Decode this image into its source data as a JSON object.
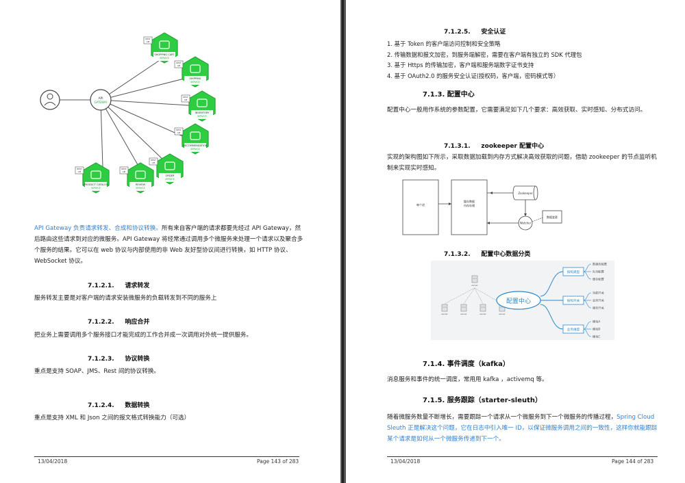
{
  "left": {
    "diagram": {
      "client_icon": "user-icon",
      "gateway_label": "API",
      "gateway_sublabel": "GATEWAY",
      "rest_label": "REST",
      "api_label": "API",
      "services": [
        {
          "name": "SHOPPING CART",
          "sub": "SERVICE",
          "icon": "cart-icon"
        },
        {
          "name": "SHIPPING",
          "sub": "SERVICE",
          "icon": "truck-icon"
        },
        {
          "name": "INVENTORY",
          "sub": "SERVICE",
          "icon": "doc-icon"
        },
        {
          "name": "RECOMMENDATION",
          "sub": "SERVICE",
          "icon": "star-icon"
        },
        {
          "name": "ORDER",
          "sub": "SERVICE",
          "icon": "cart-icon"
        },
        {
          "name": "REVIEW",
          "sub": "SERVICE",
          "icon": "rating-icon"
        },
        {
          "name": "PRODUCT CATALOG",
          "sub": "SERVICE",
          "icon": "list-icon"
        }
      ]
    },
    "intro_link": "API Gateway 负责请求转发、合成和协议转换。",
    "intro_rest": "所有来自客户端的请求都要先经过 API Gateway，然后路由这些请求到对应的微服务。API Gateway 将经常通过调用多个微服务来处理一个请求以及聚合多个服务的结果。它可以在 web 协议与内部使用的非 Web 友好型协议间进行转换，如 HTTP 协议、WebSocket 协议。",
    "sections": [
      {
        "num": "7.1.2.1.",
        "title": "请求转发",
        "body": "服务转发主要是对客户端的请求安装微服务的负载转发到不同的服务上"
      },
      {
        "num": "7.1.2.2.",
        "title": "响应合并",
        "body": "把业务上需要调用多个服务接口才能完成的工作合并成一次调用对外统一提供服务。"
      },
      {
        "num": "7.1.2.3.",
        "title": "协议转换",
        "body": "重点是支持 SOAP、JMS、Rest 间的协议转换。"
      },
      {
        "num": "7.1.2.4.",
        "title": "数据转换",
        "body": "重点是支持 XML 和 Json 之间的报文格式转换能力（可选）"
      }
    ],
    "footer": {
      "date": "13/04/2018",
      "page": "Page 143 of 283"
    }
  },
  "right": {
    "s7125": {
      "num": "7.1.2.5.",
      "title": "安全认证"
    },
    "security_items": [
      "1.   基于 Token 的客户端访问控制和安全策略",
      "2.   传输数据和报文加密，到服务端解密，需要在客户端有独立的 SDK 代理包",
      "3.   基于 Https 的传输加密，客户端和服务端数字证书支持",
      "4.   基于 OAuth2.0 的服务安全认证(授权码，客户端，密码模式等）"
    ],
    "s713": {
      "num": "7.1.3.",
      "title": "配置中心"
    },
    "config_text": "配置中心一般用作系统的参数配置，它需要满足如下几个要求：高效获取、实时感知、分布式访问。",
    "s7131": {
      "num": "7.1.3.1.",
      "title": "zookeeper 配置中心"
    },
    "zk_text": "实现的架构图如下所示，采取数据加载到内存方式解决高效获取的问题，借助 zookeeper 的节点监听机制来实现实时感知。",
    "zk_diagram": {
      "box1": "每个进",
      "box2_line1": "缓存数据",
      "box2_line2": "内存存储",
      "cylinder": "Zookeeper",
      "circle": "Watcher",
      "note": "数据变更"
    },
    "s7132": {
      "num": "7.1.3.2.",
      "title": "配置中心数据分类"
    },
    "mindmap": {
      "center": "配置中心",
      "branches": [
        {
          "label": "按照类型",
          "leaves": [
            "数据库配置",
            "队列配置",
            "缓存配置"
          ]
        },
        {
          "label": "按照开关",
          "leaves": [
            "功能开关",
            "业务开关",
            "服务开关"
          ]
        },
        {
          "label": "业务维度",
          "leaves": [
            "模块A",
            "模块B",
            "模块C"
          ]
        }
      ],
      "node_label": "server"
    },
    "s714": {
      "num": "7.1.4.",
      "title": "事件调度（kafka）"
    },
    "kafka_text": "消息服务和事件的统一调度，常用用 kafka ，activemq 等。",
    "s715": {
      "num": "7.1.5.",
      "title": "服务跟踪（starter-sleuth）"
    },
    "trace_text_black": "随着微服务数量不断增长，需要跟踪一个请求从一个微服务到下一个微服务的传播过程，",
    "trace_text_blue": "Spring Cloud Sleuth 正是解决这个问题，它在日志中引入唯一 ID，以保证微服务调用之间的一致性，这样你就能跟踪某个请求是如何从一个微服务传递到下一个。",
    "footer": {
      "date": "13/04/2018",
      "page": "Page 144 of 283"
    }
  },
  "colors": {
    "accent_green": "#2ecc40",
    "link_blue": "#2f7fd0",
    "separator": "#444444"
  }
}
